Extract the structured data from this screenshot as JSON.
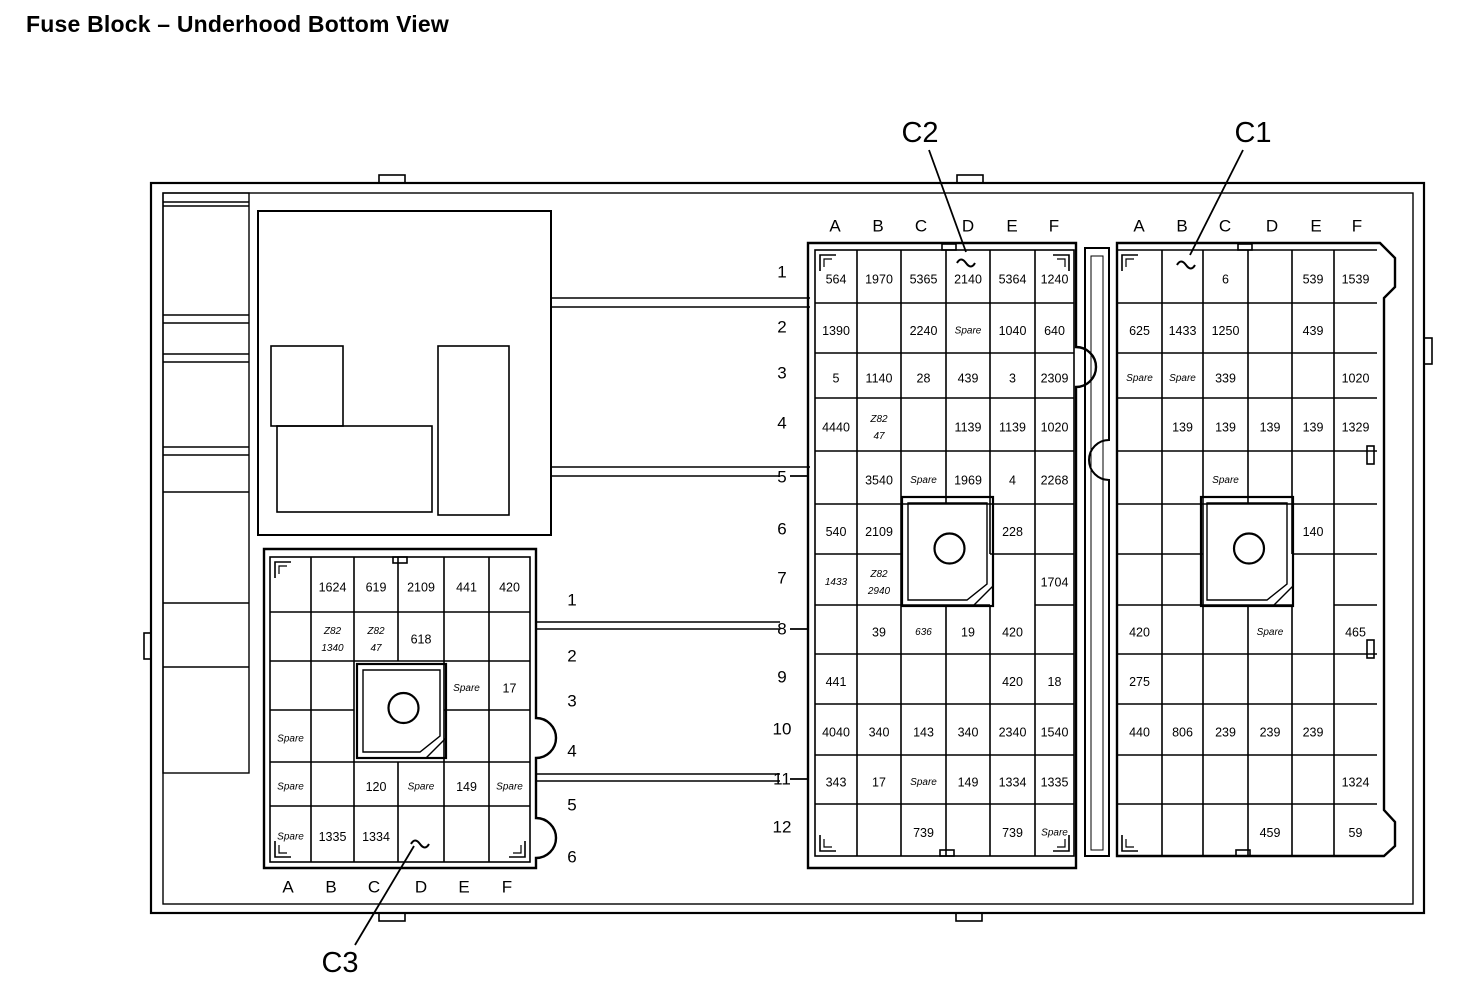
{
  "title": "Fuse Block – Underhood Bottom View",
  "connectors": {
    "c1": {
      "label": "C1",
      "columns": [
        "A",
        "B",
        "C",
        "D",
        "E",
        "F"
      ],
      "cells": [
        [
          "",
          "",
          "6",
          "",
          "539",
          "1539"
        ],
        [
          "625",
          "1433",
          "1250",
          "",
          "439",
          ""
        ],
        [
          "Spare",
          "Spare",
          "339",
          "",
          "",
          "1020"
        ],
        [
          "",
          "139",
          "139",
          "139",
          "139",
          "1329"
        ],
        [
          "",
          "",
          "Spare",
          "",
          "",
          ""
        ],
        [
          "",
          "",
          "",
          "",
          "140",
          ""
        ],
        [
          "",
          "",
          "",
          "",
          "",
          ""
        ],
        [
          "420",
          "",
          "",
          "Spare",
          "",
          "465"
        ],
        [
          "275",
          "",
          "",
          "",
          "",
          ""
        ],
        [
          "440",
          "806",
          "239",
          "239",
          "239",
          ""
        ],
        [
          "",
          "",
          "",
          "",
          "",
          "1324"
        ],
        [
          "",
          "",
          "",
          "459",
          "",
          "59"
        ]
      ]
    },
    "c2": {
      "label": "C2",
      "columns": [
        "A",
        "B",
        "C",
        "D",
        "E",
        "F"
      ],
      "rows": [
        "1",
        "2",
        "3",
        "4",
        "5",
        "6",
        "7",
        "8",
        "9",
        "10",
        "11",
        "12"
      ],
      "cells": [
        [
          "564",
          "1970",
          "5365",
          "2140",
          "5364",
          "1240"
        ],
        [
          "1390",
          "",
          "2240",
          "Spare",
          "1040",
          "640"
        ],
        [
          "5",
          "1140",
          "28",
          "439",
          "3",
          "2309"
        ],
        [
          "4440",
          "Z82\n47",
          "",
          "1139",
          "1139",
          "1020"
        ],
        [
          "",
          "3540",
          "Spare",
          "1969",
          "4",
          "2268"
        ],
        [
          "540",
          "2109",
          "",
          "",
          "228",
          ""
        ],
        [
          "1433",
          "Z82\n2940",
          "",
          "",
          "",
          "1704"
        ],
        [
          "",
          "39",
          "636",
          "19",
          "420",
          ""
        ],
        [
          "441",
          "",
          "",
          "",
          "420",
          "18"
        ],
        [
          "4040",
          "340",
          "143",
          "340",
          "2340",
          "1540"
        ],
        [
          "343",
          "17",
          "Spare",
          "149",
          "1334",
          "1335"
        ],
        [
          "",
          "",
          "739",
          "",
          "739",
          "Spare"
        ]
      ]
    },
    "c3": {
      "label": "C3",
      "columns": [
        "A",
        "B",
        "C",
        "D",
        "E",
        "F"
      ],
      "rows": [
        "1",
        "2",
        "3",
        "4",
        "5",
        "6"
      ],
      "cells": [
        [
          "",
          "1624",
          "619",
          "2109",
          "441",
          "420"
        ],
        [
          "",
          "Z82\n1340",
          "Z82\n47",
          "618",
          "",
          ""
        ],
        [
          "",
          "",
          "",
          "",
          "Spare",
          "17"
        ],
        [
          "Spare",
          "",
          "",
          "",
          "",
          ""
        ],
        [
          "Spare",
          "",
          "120",
          "Spare",
          "149",
          "Spare"
        ],
        [
          "Spare",
          "1335",
          "1334",
          "",
          "",
          ""
        ]
      ]
    }
  }
}
